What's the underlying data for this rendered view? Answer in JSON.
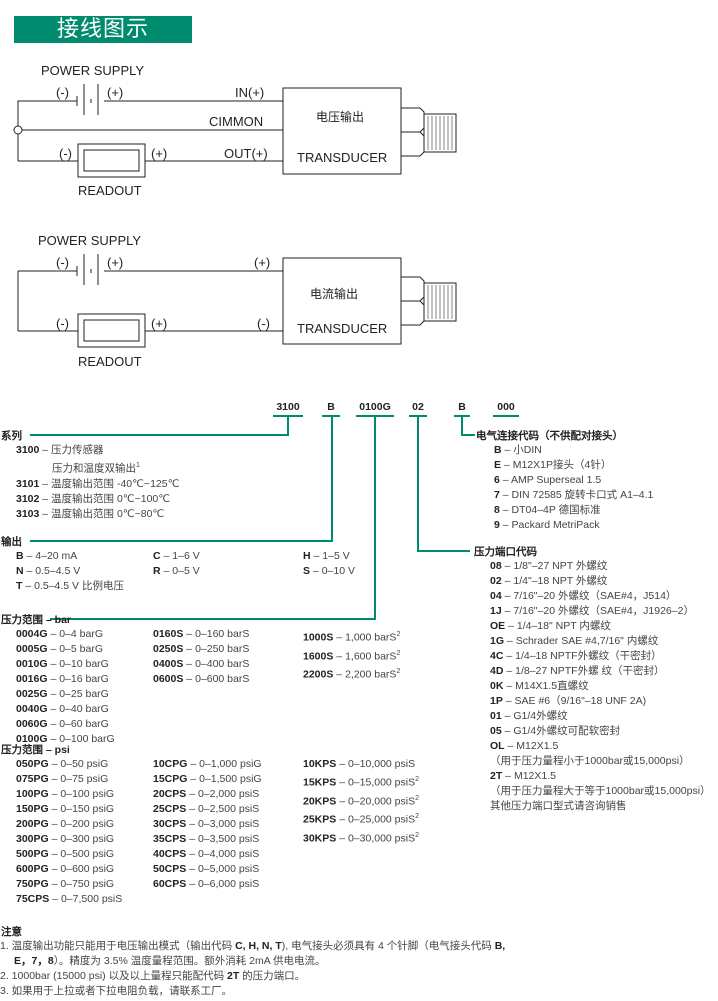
{
  "banner": {
    "title": "接线图示"
  },
  "diagram1": {
    "power_supply": "POWER SUPPLY",
    "minus": "(-)",
    "plus": "(+)",
    "in_label": "IN(+)",
    "common_label": "CIMMON",
    "out_label": "OUT(+)",
    "readout_minus": "(-)",
    "readout_plus": "(+)",
    "readout": "READOUT",
    "box_title": "电压输出",
    "box_sub": "TRANSDUCER"
  },
  "diagram2": {
    "power_supply": "POWER SUPPLY",
    "minus": "(-)",
    "plus": "(+)",
    "in_label": "(+)",
    "out_label": "(-)",
    "readout_minus": "(-)",
    "readout_plus": "(+)",
    "readout": "READOUT",
    "box_title": "电流输出",
    "box_sub": "TRANSDUCER"
  },
  "model_code": [
    "3100",
    "B",
    "0100G",
    "02",
    "B",
    "000"
  ],
  "accent_color": "#008b6e",
  "series": {
    "title": "系列",
    "items": [
      {
        "code": "3100",
        "desc": "压力传感器"
      },
      {
        "code": "",
        "desc": "压力和温度双输出",
        "sup": "1"
      },
      {
        "code": "3101",
        "desc": "温度输出范围 -40℃~125℃"
      },
      {
        "code": "3102",
        "desc": "温度输出范围 0℃~100℃"
      },
      {
        "code": "3103",
        "desc": "温度输出范围 0℃~80℃"
      }
    ]
  },
  "output": {
    "title": "输出",
    "col1": [
      {
        "code": "B",
        "desc": "4–20 mA"
      },
      {
        "code": "N",
        "desc": "0.5–4.5 V"
      },
      {
        "code": "T",
        "desc": "0.5–4.5 V 比例电压"
      }
    ],
    "col2": [
      {
        "code": "C",
        "desc": "1–6 V"
      },
      {
        "code": "R",
        "desc": "0–5 V"
      }
    ],
    "col3": [
      {
        "code": "H",
        "desc": "1–5 V"
      },
      {
        "code": "S",
        "desc": "0–10 V"
      }
    ]
  },
  "pressure_bar": {
    "title": "压力范围 – bar",
    "col1": [
      {
        "code": "0004G",
        "desc": "0–4 barG"
      },
      {
        "code": "0005G",
        "desc": "0–5 barG"
      },
      {
        "code": "0010G",
        "desc": "0–10 barG"
      },
      {
        "code": "0016G",
        "desc": "0–16 barG"
      },
      {
        "code": "0025G",
        "desc": "0–25 barG"
      },
      {
        "code": "0040G",
        "desc": "0–40 barG"
      },
      {
        "code": "0060G",
        "desc": "0–60 barG"
      },
      {
        "code": "0100G",
        "desc": "0–100 barG"
      }
    ],
    "col2": [
      {
        "code": "0160S",
        "desc": "0–160 barS"
      },
      {
        "code": "0250S",
        "desc": "0–250 barS"
      },
      {
        "code": "0400S",
        "desc": "0–400 barS"
      },
      {
        "code": "0600S",
        "desc": "0–600 barS"
      }
    ],
    "col3": [
      {
        "code": "1000S",
        "desc": "1,000 barS",
        "sup": "2"
      },
      {
        "code": "1600S",
        "desc": "1,600 barS",
        "sup": "2"
      },
      {
        "code": "2200S",
        "desc": "2,200 barS",
        "sup": "2"
      }
    ]
  },
  "pressure_psi": {
    "title": "压力范围 – psi",
    "col1": [
      {
        "code": "050PG",
        "desc": "0–50 psiG"
      },
      {
        "code": "075PG",
        "desc": "0–75 psiG"
      },
      {
        "code": "100PG",
        "desc": "0–100 psiG"
      },
      {
        "code": "150PG",
        "desc": "0–150 psiG"
      },
      {
        "code": "200PG",
        "desc": "0–200 psiG"
      },
      {
        "code": "300PG",
        "desc": "0–300 psiG"
      },
      {
        "code": "500PG",
        "desc": "0–500 psiG"
      },
      {
        "code": "600PG",
        "desc": "0–600 psiG"
      },
      {
        "code": "750PG",
        "desc": "0–750 psiG"
      },
      {
        "code": "75CPS",
        "desc": "0–7,500 psiS"
      }
    ],
    "col2": [
      {
        "code": "10CPG",
        "desc": "0–1,000 psiG"
      },
      {
        "code": "15CPG",
        "desc": "0–1,500 psiG"
      },
      {
        "code": "20CPS",
        "desc": "0–2,000 psiS"
      },
      {
        "code": "25CPS",
        "desc": "0–2,500 psiS"
      },
      {
        "code": "30CPS",
        "desc": "0–3,000 psiS"
      },
      {
        "code": "35CPS",
        "desc": "0–3,500 psiS"
      },
      {
        "code": "40CPS",
        "desc": "0–4,000 psiS"
      },
      {
        "code": "50CPS",
        "desc": "0–5,000 psiS"
      },
      {
        "code": "60CPS",
        "desc": "0–6,000 psiS"
      }
    ],
    "col3": [
      {
        "code": "10KPS",
        "desc": "0–10,000 psiS"
      },
      {
        "code": "15KPS",
        "desc": "0–15,000 psiS",
        "sup": "2"
      },
      {
        "code": "20KPS",
        "desc": "0–20,000 psiS",
        "sup": "2"
      },
      {
        "code": "25KPS",
        "desc": "0–25,000 psiS",
        "sup": "2"
      },
      {
        "code": "30KPS",
        "desc": "0–30,000 psiS",
        "sup": "2"
      }
    ]
  },
  "electrical": {
    "title": "电气连接代码（不供配对接头）",
    "items": [
      {
        "code": "B",
        "desc": "小DIN"
      },
      {
        "code": "E",
        "desc": "M12X1P接头（4针）"
      },
      {
        "code": "6",
        "desc": "AMP Superseal 1.5"
      },
      {
        "code": "7",
        "desc": "DIN 72585 旋转卡口式 A1–4.1"
      },
      {
        "code": "8",
        "desc": "DT04–4P 德国标准"
      },
      {
        "code": "9",
        "desc": "Packard MetriPack"
      }
    ]
  },
  "port": {
    "title": "压力端口代码",
    "items": [
      {
        "code": "08",
        "desc": "1/8\"–27 NPT 外螺纹"
      },
      {
        "code": "02",
        "desc": "1/4\"–18 NPT 外螺纹"
      },
      {
        "code": "04",
        "desc": "7/16\"–20 外螺纹（SAE#4，J514）"
      },
      {
        "code": "1J",
        "desc": "7/16\"–20 外螺纹（SAE#4，J1926–2）"
      },
      {
        "code": "OE",
        "desc": "1/4–18\" NPT 内螺纹"
      },
      {
        "code": "1G",
        "desc": "Schrader SAE #4,7/16\" 内螺纹"
      },
      {
        "code": "4C",
        "desc": "1/4–18 NPTF外螺纹（干密封）"
      },
      {
        "code": "4D",
        "desc": "1/8–27 NPTF外螺 纹（干密封）"
      },
      {
        "code": "0K",
        "desc": "M14X1.5直螺纹"
      },
      {
        "code": "1P",
        "desc": "SAE #6（9/16\"–18 UNF 2A)"
      },
      {
        "code": "01",
        "desc": "G1/4外螺纹"
      },
      {
        "code": "05",
        "desc": "G1/4外螺纹可配软密封"
      },
      {
        "code": "OL",
        "desc": "M12X1.5"
      },
      {
        "code": "",
        "desc": "（用于压力量程小于1000bar或15,000psi）"
      },
      {
        "code": "2T",
        "desc": "M12X1.5"
      },
      {
        "code": "",
        "desc": "（用于压力量程大于等于1000bar或15,000psi）"
      },
      {
        "code": "",
        "desc": "其他压力端口型式请咨询销售"
      }
    ]
  },
  "notes": {
    "title": "注意",
    "n1a": "1. 温度输出功能只能用于电压输出模式（输出代码 ",
    "n1b": "C, H, N, T",
    "n1c": "), 电气接头必须具有 4 个针脚（电气接头代码 ",
    "n1d": "B,",
    "n1e": "E，7，8",
    "n1f": "）。精度为 3.5% 温度量程范围。额外消耗 2mA 供电电流。",
    "n2a": "2. 1000bar (15000 psi) 以及以上量程只能配代码 ",
    "n2b": "2T",
    "n2c": " 的压力端口。",
    "n3": "3. 如果用于上拉或者下拉电阻负载，请联系工厂。"
  }
}
